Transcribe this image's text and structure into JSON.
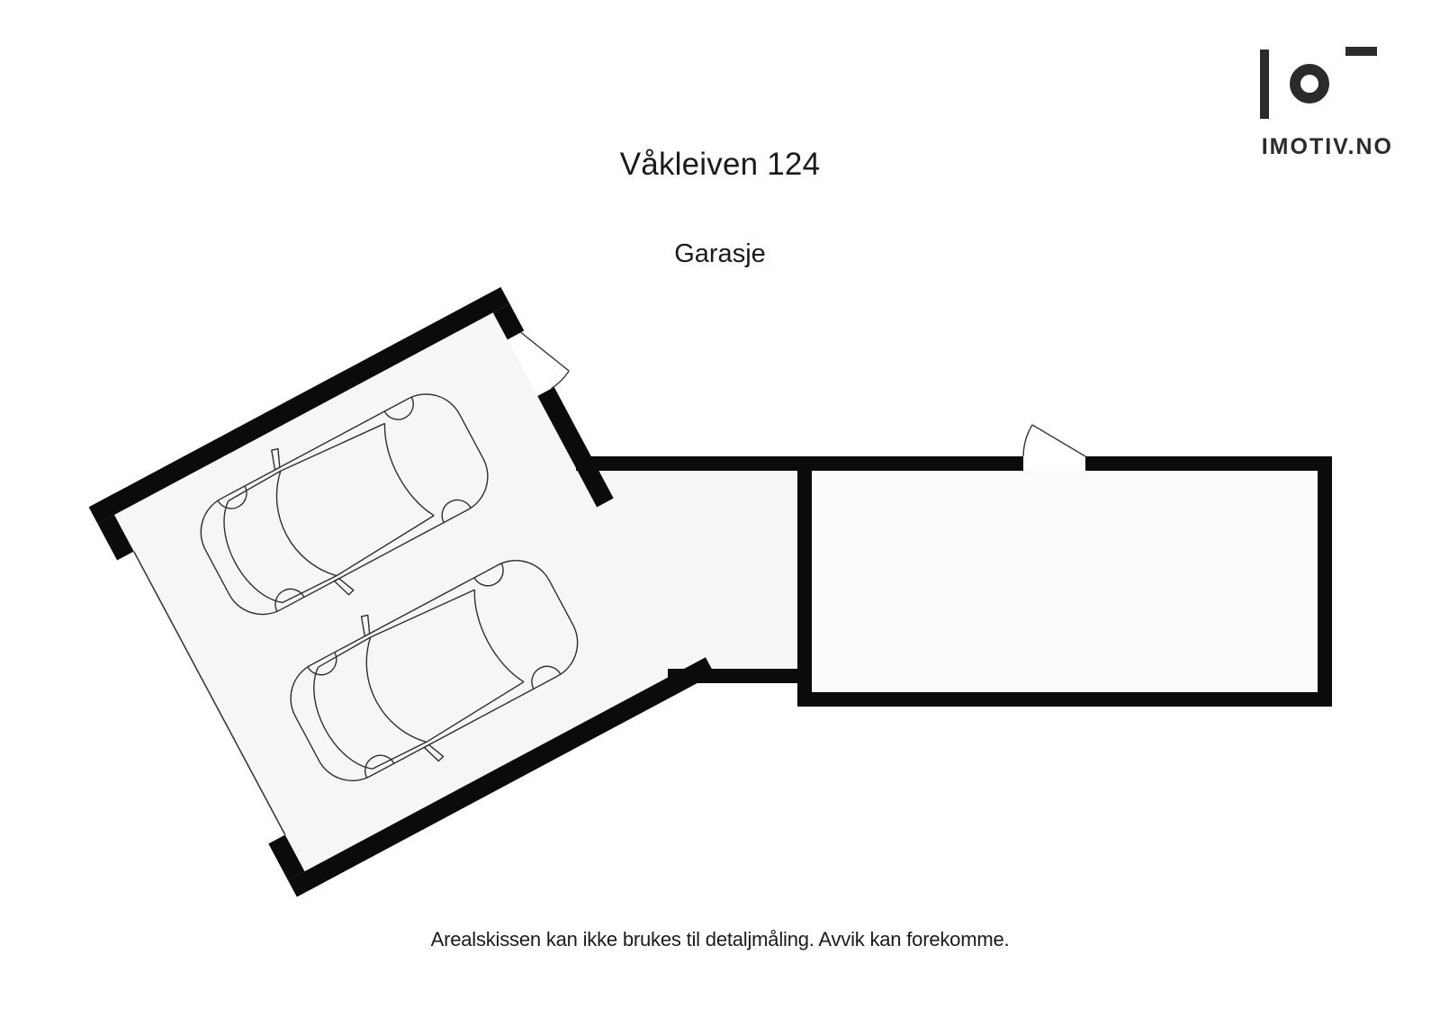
{
  "page": {
    "title": "Våkleiven 124",
    "subtitle": "Garasje",
    "disclaimer": "Arealskissen kan ikke brukes til detaljmåling. Avvik kan forekomme."
  },
  "logo": {
    "text": "IMOTIV.NO"
  },
  "plan": {
    "type": "floor-plan-sketch",
    "rotation_deg": -28.1,
    "elements": [
      "garage-with-two-cars",
      "corridor",
      "room",
      "entry-door",
      "room-door",
      "garage-opening"
    ],
    "car_count": 2
  },
  "colors": {
    "wall": "#0b0b0b",
    "floor": "#f5f6f6",
    "floor_room": "#fbfbfb",
    "line": "#3a3a3a",
    "car_stroke": "#2f2f2f",
    "text": "#1b1b1b",
    "logo": "#2b2b2b",
    "background": "#ffffff"
  }
}
